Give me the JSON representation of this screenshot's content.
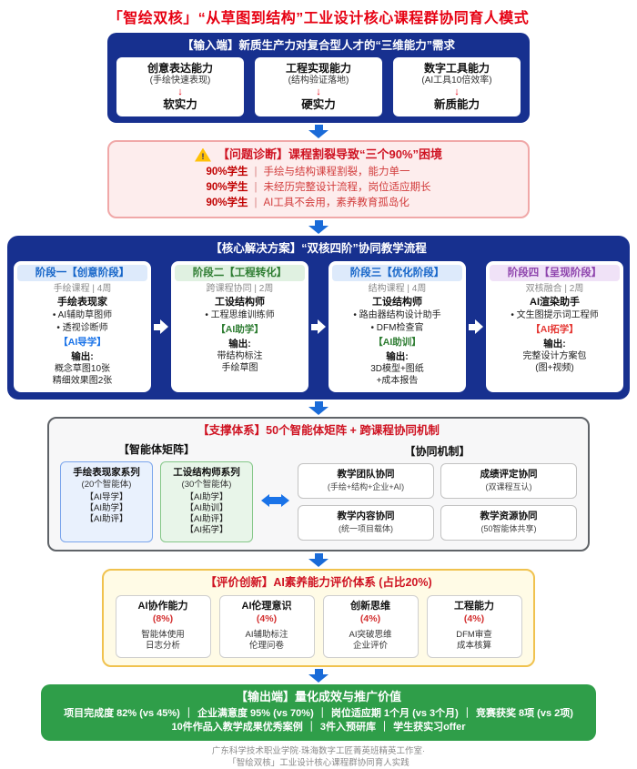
{
  "colors": {
    "title_red": "#e60012",
    "navy_panel": "#17308f",
    "flow_arrow_blue": "#1a6bd8",
    "problem_bg": "#fdeded",
    "problem_red": "#cf1322",
    "support_bg": "#f7f7f8",
    "evaluation_bg": "#fffbe6",
    "evaluation_border": "#f0c24e",
    "output_green": "#2f9e49",
    "stage1_accent": "#1464c8",
    "stage2_accent": "#2e7d32",
    "stage3_accent": "#1464c8",
    "stage4_accent": "#8e44ad"
  },
  "header": {
    "title": "「智绘双核」“从草图到结构”工业设计核心课程群协同育人模式"
  },
  "input": {
    "title": "【输入端】新质生产力对复合型人才的“三维能力”需求",
    "cards": [
      {
        "title": "创意表达能力",
        "subtitle": "(手绘快速表现)",
        "arrow": "↓",
        "result": "软实力"
      },
      {
        "title": "工程实现能力",
        "subtitle": "(结构验证落地)",
        "arrow": "↓",
        "result": "硬实力"
      },
      {
        "title": "数字工具能力",
        "subtitle": "(AI工具10倍效率)",
        "arrow": "↓",
        "result": "新质能力"
      }
    ]
  },
  "problem": {
    "warning_glyph": "!",
    "title": "【问题诊断】课程割裂导致“三个90%”困境",
    "rows": [
      {
        "label": "90%学生",
        "separator": "|",
        "text": "手绘与结构课程割裂，能力单一"
      },
      {
        "label": "90%学生",
        "separator": "|",
        "text": "未经历完整设计流程，岗位适应期长"
      },
      {
        "label": "90%学生",
        "separator": "|",
        "text": "AI工具不会用，素养教育孤岛化"
      }
    ]
  },
  "solution": {
    "title": "【核心解决方案】“双核四阶”协同教学流程",
    "stages": [
      {
        "header": "阶段一【创意阶段】",
        "subtitle": "手绘课程 | 4周",
        "lead": "手绘表现家",
        "bullets": [
          "• AI辅助草图师",
          "• 透视诊断师"
        ],
        "tag": "【AI导学】",
        "output_label": "输出:",
        "outputs": [
          "概念草图10张",
          "精细效果图2张"
        ]
      },
      {
        "header": "阶段二【工程转化】",
        "subtitle": "跨课程协同 | 2周",
        "lead": "工设结构师",
        "bullets": [
          "• 工程思维训练师"
        ],
        "tag": "【AI助学】",
        "output_label": "输出:",
        "outputs": [
          "带结构标注",
          "手绘草图"
        ]
      },
      {
        "header": "阶段三【优化阶段】",
        "subtitle": "结构课程 | 4周",
        "lead": "工设结构师",
        "bullets": [
          "• 路由器结构设计助手",
          "• DFM检查官"
        ],
        "tag": "【AI助训】",
        "output_label": "输出:",
        "outputs": [
          "3D模型+图纸",
          "+成本报告"
        ]
      },
      {
        "header": "阶段四【呈现阶段】",
        "subtitle": "双核融合 | 2周",
        "lead": "AI渲染助手",
        "bullets": [
          "• 文生图提示词工程师"
        ],
        "tag": "【AI拓学】",
        "output_label": "输出:",
        "outputs": [
          "完整设计方案包",
          "(图+视频)"
        ]
      }
    ]
  },
  "support": {
    "title": "【支撑体系】50个智能体矩阵 + 跨课程协同机制",
    "matrix": {
      "heading": "【智能体矩阵】",
      "cards": [
        {
          "title": "手绘表现家系列",
          "subtitle": "(20个智能体)",
          "tags": [
            "【AI导学】",
            "【AI助学】",
            "【AI助评】"
          ]
        },
        {
          "title": "工设结构师系列",
          "subtitle": "(30个智能体)",
          "tags": [
            "【AI助学】",
            "【AI助训】",
            "【AI助评】",
            "【AI拓学】"
          ]
        }
      ]
    },
    "mechanism": {
      "heading": "【协同机制】",
      "cards": [
        {
          "title": "教学团队协同",
          "subtitle": "(手绘+结构+企业+AI)"
        },
        {
          "title": "成绩评定协同",
          "subtitle": "(双课程互认)"
        },
        {
          "title": "教学内容协同",
          "subtitle": "(统一项目载体)"
        },
        {
          "title": "教学资源协同",
          "subtitle": "(50智能体共享)"
        }
      ]
    }
  },
  "evaluation": {
    "title": "【评价创新】AI素养能力评价体系 (占比20%)",
    "cards": [
      {
        "title": "AI协作能力",
        "percent": "(8%)",
        "lines": [
          "智能体使用",
          "日志分析"
        ]
      },
      {
        "title": "AI伦理意识",
        "percent": "(4%)",
        "lines": [
          "AI辅助标注",
          "伦理问卷"
        ]
      },
      {
        "title": "创新思维",
        "percent": "(4%)",
        "lines": [
          "AI突破思维",
          "企业评价"
        ]
      },
      {
        "title": "工程能力",
        "percent": "(4%)",
        "lines": [
          "DFM审查",
          "成本核算"
        ]
      }
    ]
  },
  "output": {
    "title": "【输出端】量化成效与推广价值",
    "separator": "｜",
    "stats": [
      "项目完成度 82% (vs 45%)",
      "企业满意度 95% (vs 70%)",
      "岗位适应期 1个月 (vs 3个月)",
      "竞赛获奖 8项 (vs 2项)"
    ],
    "achievements": [
      "10件作品入教学成果优秀案例",
      "3件入预研库",
      "学生获实习offer"
    ]
  },
  "footer": {
    "line1": "广东科学技术职业学院·珠海数字工匠菁英班精英工作室·",
    "line2": "「智绘双核」工业设计核心课程群协同育人实践"
  }
}
